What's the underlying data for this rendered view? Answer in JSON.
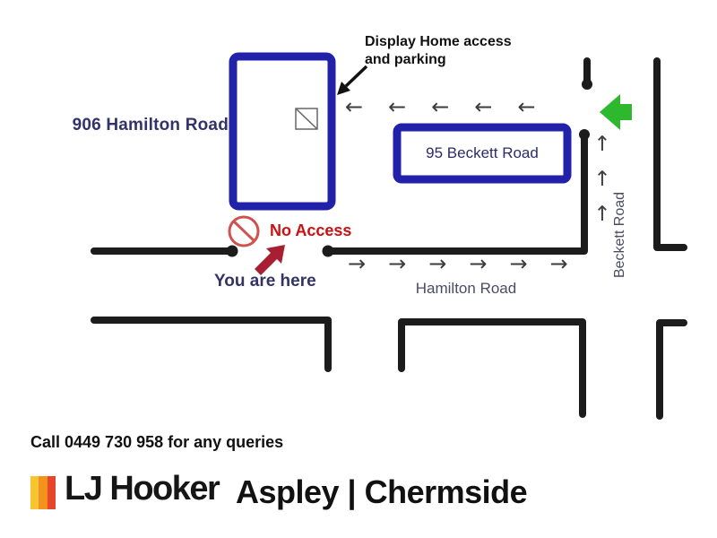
{
  "map": {
    "annotations": {
      "display_home_access": "Display Home access\nand parking",
      "no_access": "No Access",
      "you_are_here": "You are here"
    },
    "buildings": {
      "property_906": {
        "label": "906 Hamilton Road"
      },
      "property_95": {
        "label": "95 Beckett Road"
      }
    },
    "roads": {
      "hamilton": "Hamilton Road",
      "beckett": "Beckett Road"
    },
    "arrows": {
      "rear_lane_west": {
        "glyph": "←",
        "count": 5,
        "meaning": "access lane direction west"
      },
      "hamilton_east": {
        "glyph": "→",
        "count": 6,
        "meaning": "Hamilton Road direction east"
      },
      "beckett_north": {
        "glyph": "↑",
        "count": 3,
        "meaning": "Beckett Road direction north"
      }
    },
    "icons": {
      "no_entry": "no-entry-icon",
      "entry_arrow": "green-left-arrow-icon",
      "here_arrow": "red-northeast-arrow-icon",
      "display_home_pointer": "black-southwest-arrow-icon",
      "display_home_marker": "square-diagonal-marker-icon"
    },
    "colors": {
      "building_outline": "#2121AA",
      "road": "#1C1C1C",
      "no_access_red": "#CC1111",
      "no_entry_ring": "#D0524E",
      "here_arrow": "#A81E32",
      "green_arrow": "#2DB82D",
      "navy_label": "#33336B",
      "road_label": "#4B4B66",
      "marker_outline": "#666666"
    }
  },
  "footer": {
    "contact": "Call 0449 730 958 for any queries",
    "brand": "LJ Hooker",
    "office": "Aspley | Chermside",
    "logo_stripes": [
      "#F7C531",
      "#F5921E",
      "#E7452C"
    ]
  }
}
